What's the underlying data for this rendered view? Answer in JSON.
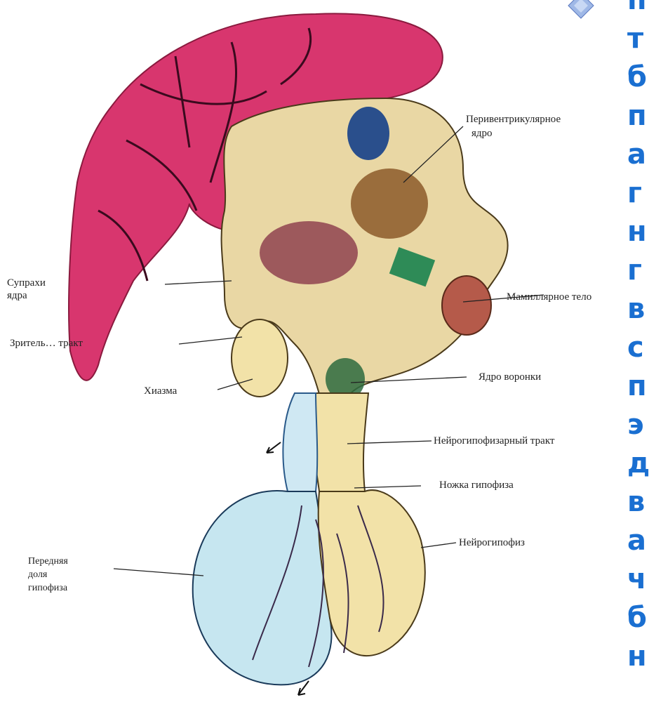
{
  "colors": {
    "hypothalamus": "#d8366e",
    "stalk": "#f2e2a8",
    "anterior_lobe": "#c6e6f0",
    "mamillary": "#b55a4a",
    "nucleus_green": "#2e8b57",
    "sidebar_text": "#1a6fd1"
  },
  "labels": {
    "periventricular": [
      "Перивентрикулярное",
      "ядро"
    ],
    "suprachiasmatic": [
      "Супрахи",
      "ядра"
    ],
    "optic_tract": "Зритель… тракт",
    "chiasm": "Хиазма",
    "mamillary_body": "Мамиллярное тело",
    "infundibular_nucleus": "Ядро воронки",
    "neurohypophyseal_tract": "Нейрогипофизарный тракт",
    "pituitary_stalk": "Ножка гипофиза",
    "neurohypophysis": "Нейрогипофиз",
    "anterior_lobe": [
      "Передняя",
      "доля",
      "гипофиза"
    ]
  },
  "sidebar_letters": [
    "п",
    "т",
    "б",
    "п",
    "а",
    "г",
    "н",
    "г",
    "в",
    "с",
    "п",
    "э",
    "д",
    "в",
    "а",
    "ч",
    "б",
    "н"
  ],
  "icons": {
    "bullet": "diamond-bullet-icon"
  }
}
